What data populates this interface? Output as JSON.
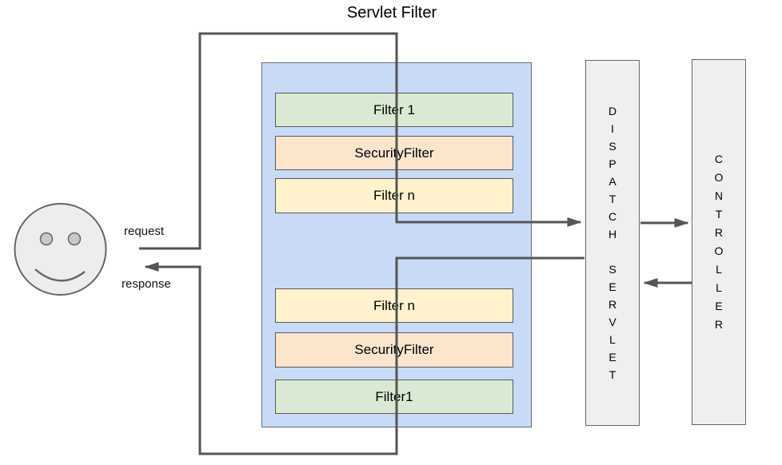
{
  "diagram": {
    "title": "Servlet Filter",
    "request_label": "request",
    "response_label": "response"
  },
  "filter_chain": {
    "request_filters": [
      "Filter 1",
      "SecurityFilter",
      "Filter n"
    ],
    "response_filters": [
      "Filter n",
      "SecurityFilter",
      "Filter1"
    ]
  },
  "dispatch_servlet": {
    "label": "D\nI\nS\nP\nA\nT\nC\nH\n\nS\nE\nR\nV\nL\nE\nT"
  },
  "controller": {
    "label": "C\nO\nN\nT\nR\nO\nL\nL\nE\nR"
  },
  "icons": {
    "user": "smiley-face-icon"
  },
  "colors": {
    "filter_container_fill": "#c9daf8",
    "filter_green_fill": "#d9ead3",
    "filter_orange_fill": "#fce5cd",
    "filter_yellow_fill": "#fff2cc",
    "servlet_box_fill": "#efefef",
    "connector_line": "#555555",
    "text": "#000000"
  }
}
